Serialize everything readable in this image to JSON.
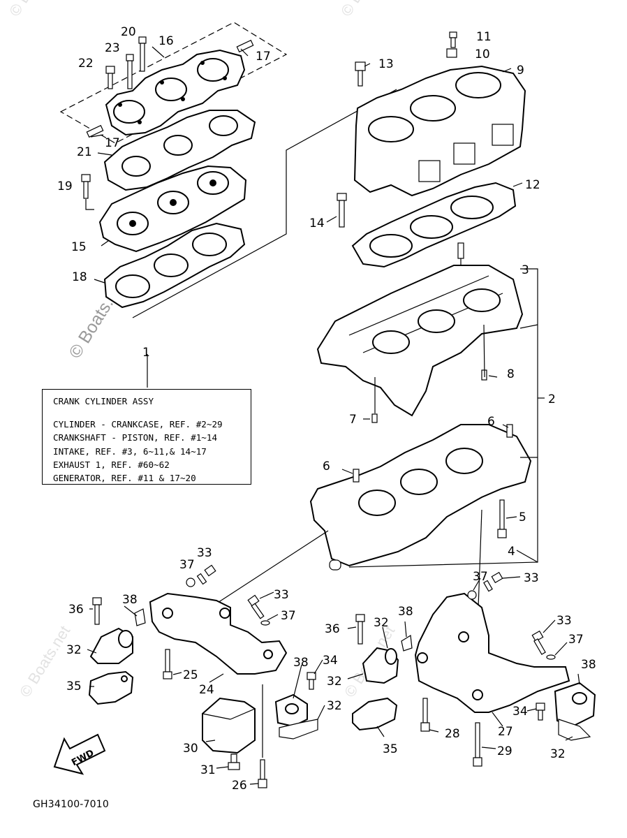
{
  "diagram": {
    "code": "GH34100-7010",
    "fwd_label": "FWD",
    "watermark": "© Boats.net",
    "note": {
      "title": "CRANK CYLINDER ASSY",
      "lines": [
        "CYLINDER - CRANKCASE, REF. #2~29",
        "CRANKSHAFT - PISTON, REF. #1~14",
        "INTAKE, REF. #3, 6~11,& 14~17",
        "EXHAUST 1, REF. #60~62",
        "GENERATOR, REF. #11 & 17~20"
      ]
    },
    "callouts": {
      "c1": "1",
      "c2": "2",
      "c3": "3",
      "c4": "4",
      "c5": "5",
      "c6a": "6",
      "c6b": "6",
      "c7": "7",
      "c8": "8",
      "c9": "9",
      "c10": "10",
      "c11": "11",
      "c12": "12",
      "c13": "13",
      "c14": "14",
      "c15": "15",
      "c16": "16",
      "c17a": "17",
      "c17b": "17",
      "c18": "18",
      "c19": "19",
      "c20": "20",
      "c21": "21",
      "c22": "22",
      "c23": "23",
      "c24": "24",
      "c25": "25",
      "c26": "26",
      "c27": "27",
      "c28": "28",
      "c29": "29",
      "c30": "30",
      "c31": "31",
      "c32a": "32",
      "c32b": "32",
      "c32c": "32",
      "c32d": "32",
      "c32e": "32",
      "c33a": "33",
      "c33b": "33",
      "c33c": "33",
      "c33d": "33",
      "c34a": "34",
      "c34b": "34",
      "c35a": "35",
      "c35b": "35",
      "c36a": "36",
      "c36b": "36",
      "c37a": "37",
      "c37b": "37",
      "c37c": "37",
      "c37d": "37",
      "c38a": "38",
      "c38b": "38",
      "c38c": "38",
      "c38d": "38"
    }
  }
}
